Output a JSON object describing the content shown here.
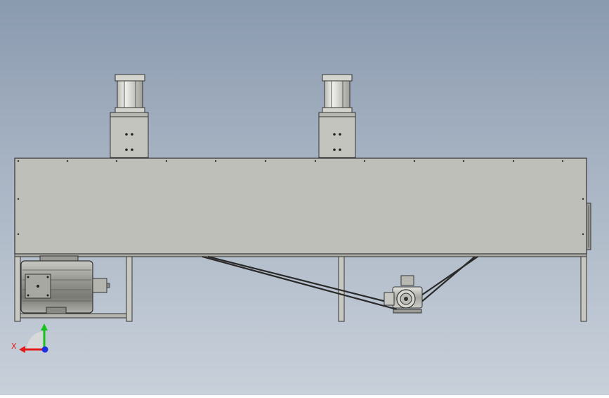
{
  "viewport": {
    "background_top": "#8a9aaf",
    "background_bottom": "#c8d0da"
  },
  "model": {
    "frame_color": "#bcbcb6",
    "edge_color": "#3a3a3a",
    "motor_color": "#8e8e88",
    "components": [
      "main-housing",
      "left-cylinder-assembly",
      "right-cylinder-assembly",
      "left-motor",
      "right-motor",
      "drive-belt",
      "support-legs",
      "side-panel"
    ]
  },
  "triad": {
    "x_label": "X",
    "x_color": "#e21b1b",
    "y_color": "#18c21b",
    "z_color": "#1d2fe0"
  }
}
